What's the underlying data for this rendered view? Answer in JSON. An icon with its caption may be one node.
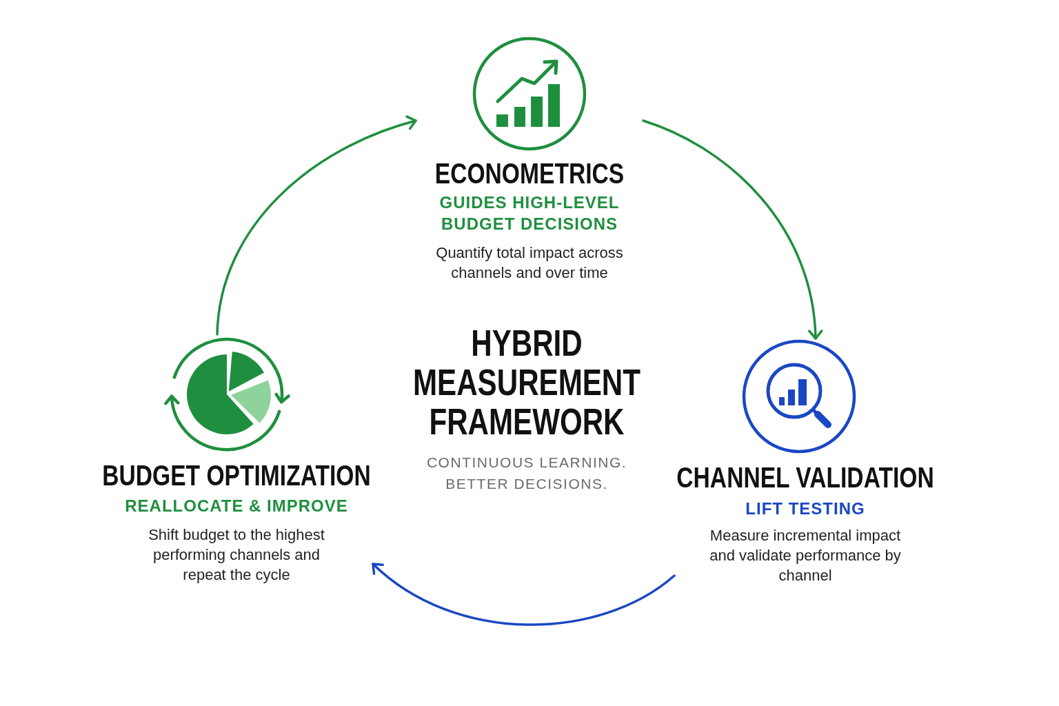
{
  "diagram": {
    "title": "HYBRID MEASUREMENT FRAMEWORK",
    "nodes": [
      {
        "text": [
          "ECONOMETRICS",
          "GUIDES HIGH-LEVEL BUDGET DECISIONS"
        ]
      },
      {
        "text": [
          "CHANNEL VALIDATION",
          "LIFT TESTING",
          "Measure incremental impact and validate performance by channel"
        ]
      },
      {
        "text": [
          "BUDGET OPTIMIZATION",
          "REALLOCATE & IMPROVE",
          "Shift budget to the highest performing channels and repeat the cycle"
        ]
      }
    ],
    "edges": [
      {
        "from": 0,
        "to": 1,
        "arrow": "to"
      },
      {
        "from": 1,
        "to": 2,
        "arrow": "to",
        "color": "#1a47c4"
      },
      {
        "from": 2,
        "to": 0,
        "arrow": "to"
      }
    ],
    "labels": [
      "Quantify total impact across channels and over time",
      "CONTINUOUS LEARNING. BETTER DECISIONS."
    ]
  }
}
